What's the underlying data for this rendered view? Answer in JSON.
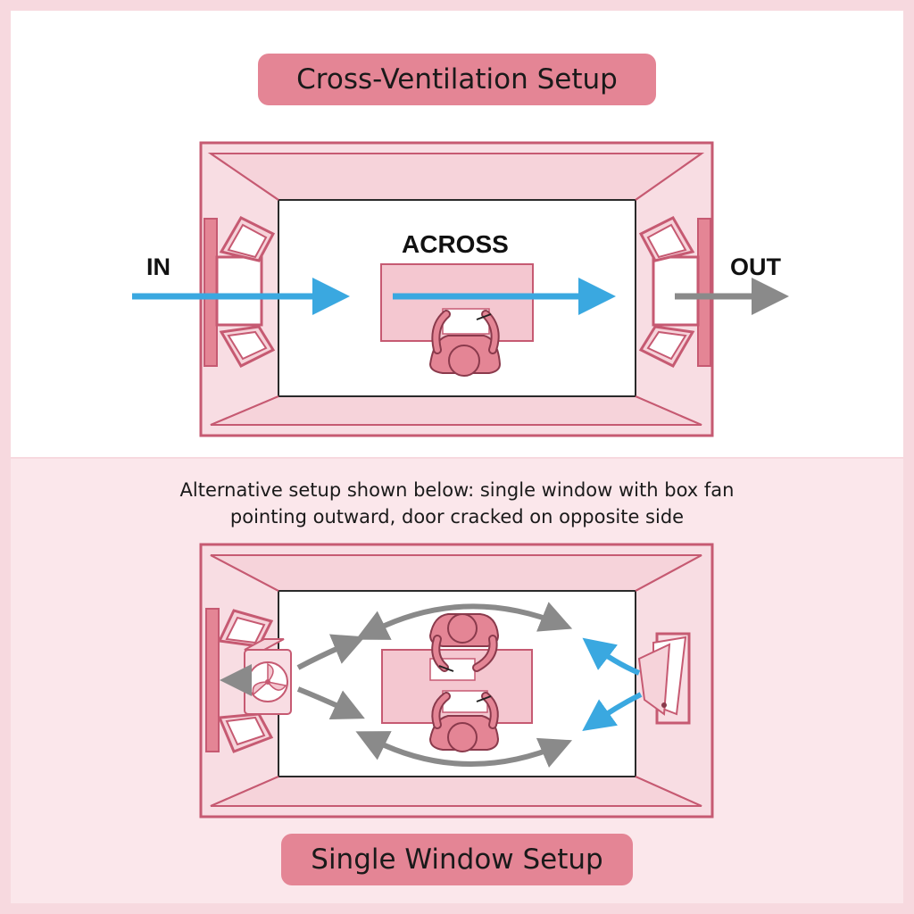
{
  "top_diagram": {
    "title": "Cross-Ventilation Setup",
    "in_label": "IN",
    "across_label": "ACROSS",
    "out_label": "OUT"
  },
  "middle_caption": {
    "line1": "Alternative setup shown below: single window with box fan",
    "line2": "pointing outward, door cracked on opposite side"
  },
  "bottom_diagram": {
    "title": "Single Window Setup"
  },
  "colors": {
    "background": "#f7d9df",
    "panel": "#ffffff",
    "pink_wall": "#f8dde3",
    "pink_stroke": "#c65a72",
    "pill": "#e48595",
    "blue_arrow": "#3aa8e0",
    "gray_arrow": "#8a8a8a"
  }
}
